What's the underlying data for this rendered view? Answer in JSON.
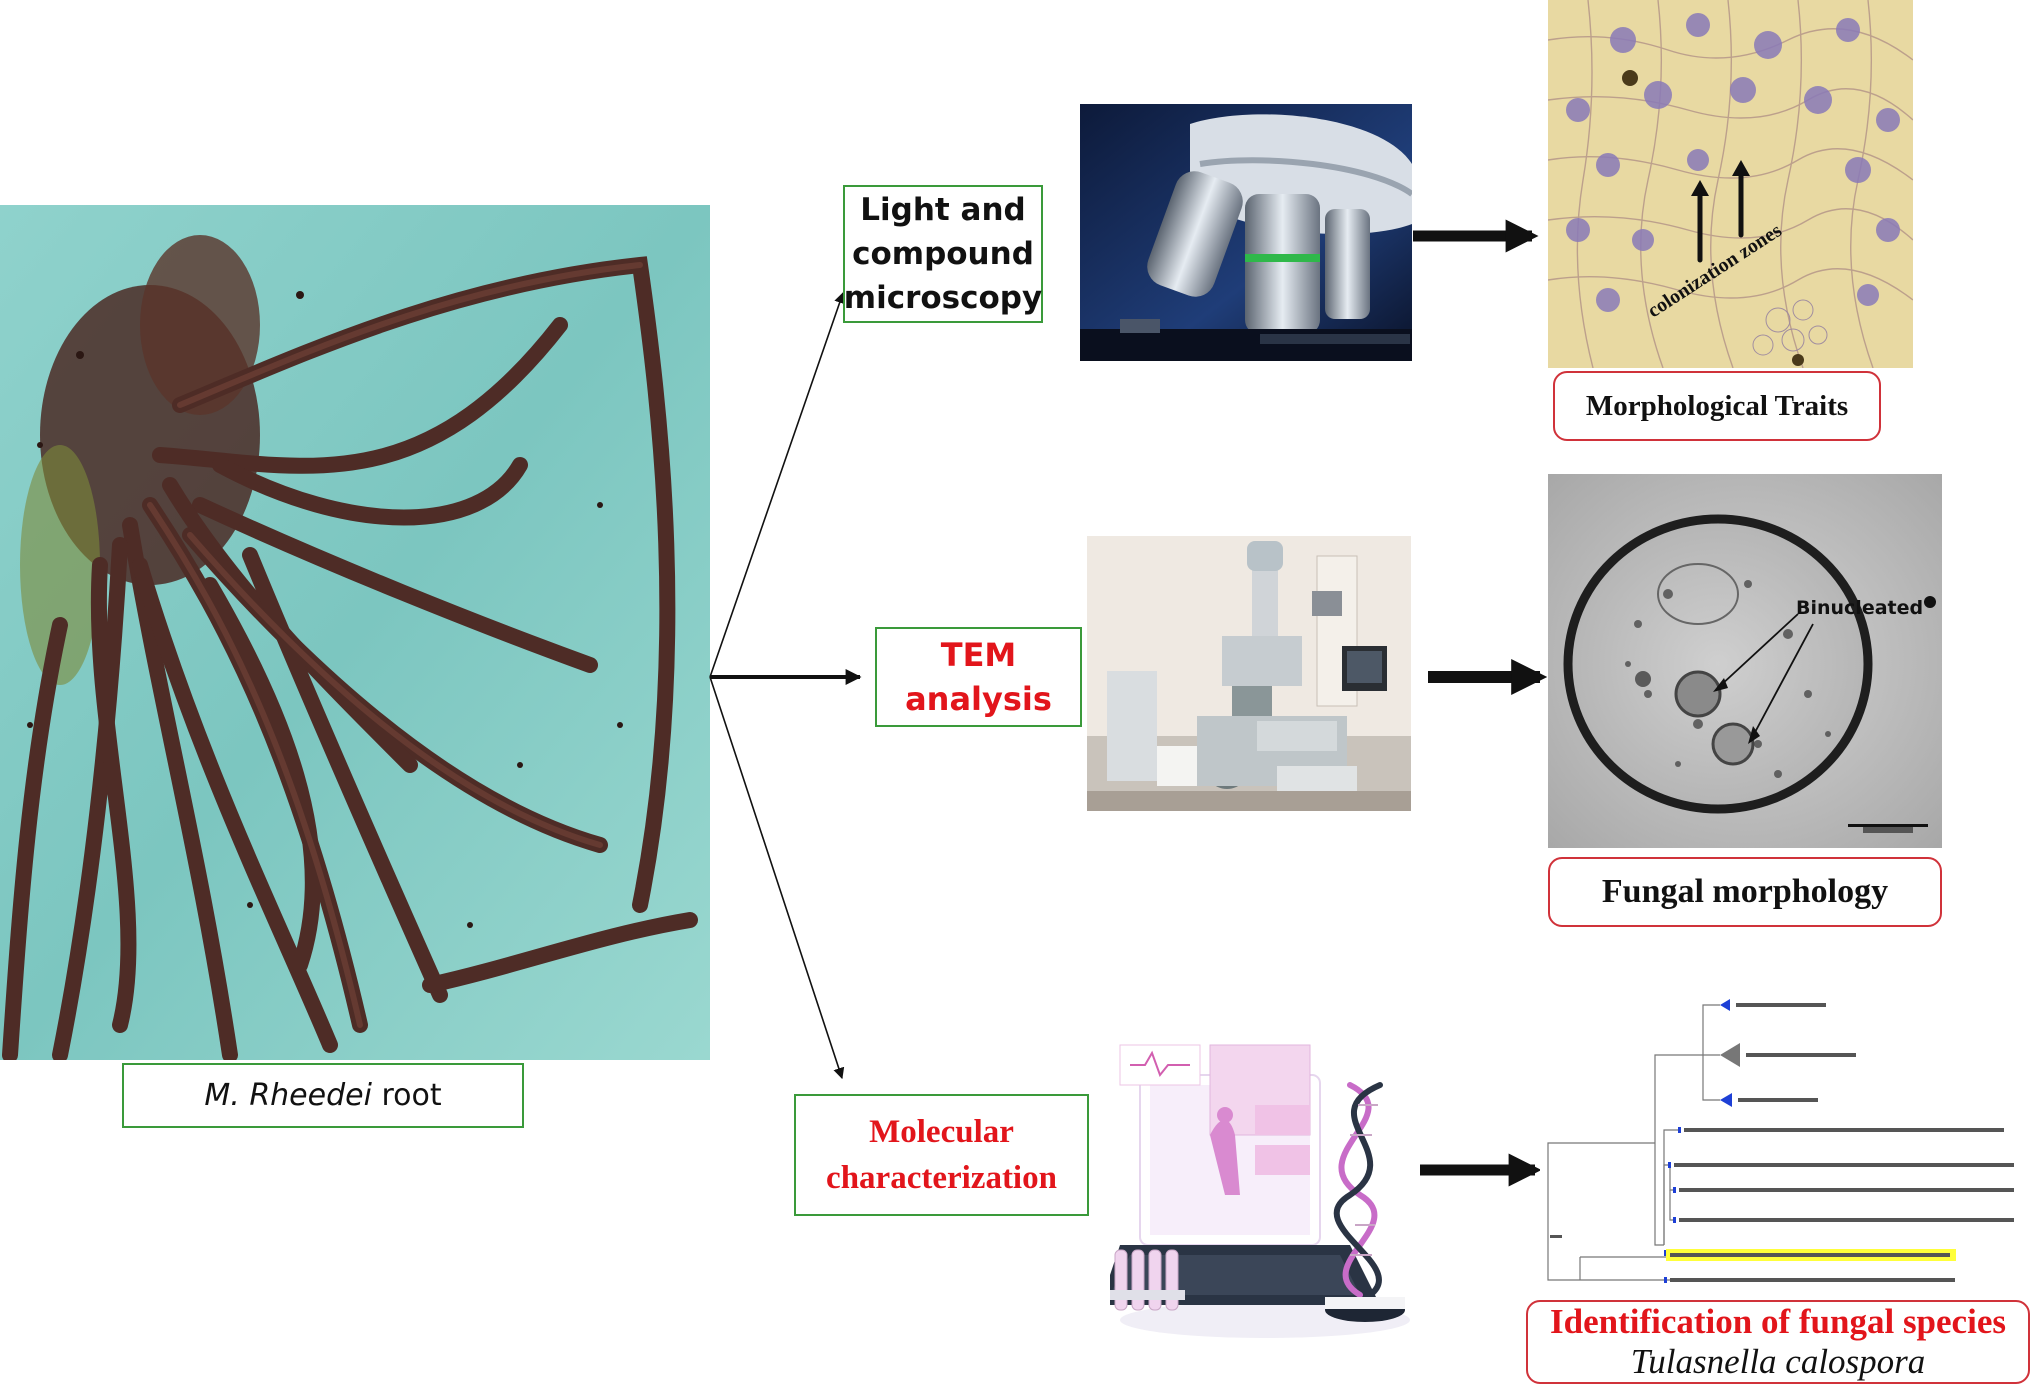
{
  "root": {
    "caption_italic": "M. Rheedei",
    "caption_rest": " root"
  },
  "methods": {
    "light": {
      "line1": "Light and",
      "line2": "compound",
      "line3": "microscopy"
    },
    "tem": {
      "line1": "TEM",
      "line2": "analysis"
    },
    "molecular": {
      "line1": "Molecular",
      "line2": "characterization"
    }
  },
  "results": {
    "morph_label": "Morphological Traits",
    "morph_annotation": "colonization zones",
    "fungal_label": "Fungal morphology",
    "fungal_annotation": "Binucleated",
    "ident_line1": "Identification of fungal species",
    "ident_line2": "Tulasnella calospora"
  },
  "colors": {
    "green_border": "#3a9a3a",
    "red_border": "#d0323a",
    "red_text": "#e2151b"
  }
}
